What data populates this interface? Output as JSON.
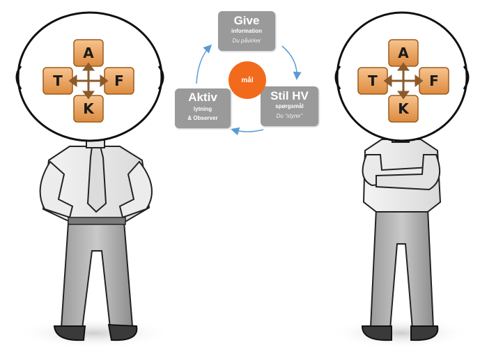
{
  "cycle": {
    "center_label": "mål",
    "give": {
      "title": "Give",
      "subtitle": "information",
      "note": "Du påvirker"
    },
    "ask": {
      "title": "Stil HV",
      "subtitle": "spørgsmål",
      "note": "Du “styrer”"
    },
    "listen": {
      "title": "Aktiv",
      "line1": "lytning",
      "line2": "& Observer"
    }
  },
  "tiles_left": {
    "top": "A",
    "left": "T",
    "right": "F",
    "bottom": "K"
  },
  "tiles_right": {
    "top": "A",
    "left": "T",
    "right": "F",
    "bottom": "K"
  },
  "colors": {
    "goal": "#f26a1b",
    "box": "#9a9a9a",
    "tile": "#e79a52",
    "arrow": "#5a9bd5"
  }
}
